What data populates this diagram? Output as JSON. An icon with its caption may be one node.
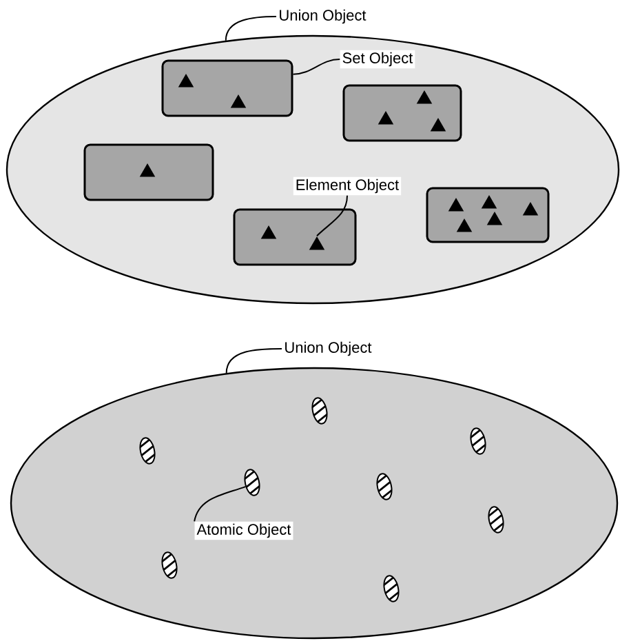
{
  "diagram": {
    "nodes": [
      {
        "text": [
          "Union Object"
        ]
      },
      {
        "text": [],
        "shape": "ellipse"
      },
      {
        "text": [
          "Set Object"
        ],
        "in": 1
      },
      {
        "text": [
          "Element Object"
        ],
        "in": 1
      },
      {
        "text": [],
        "shape": "box",
        "in": 1
      },
      {
        "text": [],
        "shape": "box",
        "in": 1
      },
      {
        "text": [],
        "shape": "box",
        "in": 1
      },
      {
        "text": [],
        "shape": "box",
        "in": 1
      },
      {
        "text": [],
        "shape": "box",
        "in": 1
      },
      {
        "text": [],
        "shape": "triangle",
        "in": 4
      },
      {
        "text": [],
        "shape": "triangle",
        "in": 4
      },
      {
        "text": [],
        "shape": "triangle",
        "in": 5
      },
      {
        "text": [],
        "shape": "triangle",
        "in": 5
      },
      {
        "text": [],
        "shape": "triangle",
        "in": 5
      },
      {
        "text": [],
        "shape": "triangle",
        "in": 6
      },
      {
        "text": [],
        "shape": "triangle",
        "in": 7
      },
      {
        "text": [],
        "shape": "triangle",
        "in": 7
      },
      {
        "text": [],
        "shape": "triangle",
        "in": 7
      },
      {
        "text": [],
        "shape": "triangle",
        "in": 7
      },
      {
        "text": [],
        "shape": "triangle",
        "in": 7
      },
      {
        "text": [],
        "shape": "triangle",
        "in": 8
      },
      {
        "text": [],
        "shape": "triangle",
        "in": 8
      },
      {
        "text": [
          "Union Object"
        ]
      },
      {
        "text": [],
        "shape": "ellipse"
      },
      {
        "text": [
          "Atomic Object"
        ],
        "in": 23
      },
      {
        "text": [],
        "shape": "oval",
        "in": 23
      },
      {
        "text": [],
        "shape": "oval",
        "in": 23
      },
      {
        "text": [],
        "shape": "oval",
        "in": 23
      },
      {
        "text": [],
        "shape": "oval",
        "in": 23
      },
      {
        "text": [],
        "shape": "oval",
        "in": 23
      },
      {
        "text": [],
        "shape": "oval",
        "in": 23
      },
      {
        "text": [],
        "shape": "oval",
        "in": 23
      },
      {
        "text": [],
        "shape": "oval",
        "in": 23
      }
    ],
    "edges": [
      {
        "from": 0,
        "to": 1,
        "arrow": "none"
      },
      {
        "from": 2,
        "to": 4,
        "arrow": "none"
      },
      {
        "from": 3,
        "to": 21,
        "arrow": "none"
      },
      {
        "from": 22,
        "to": 23,
        "arrow": "none"
      },
      {
        "from": 24,
        "to": 28,
        "arrow": "none"
      }
    ]
  }
}
